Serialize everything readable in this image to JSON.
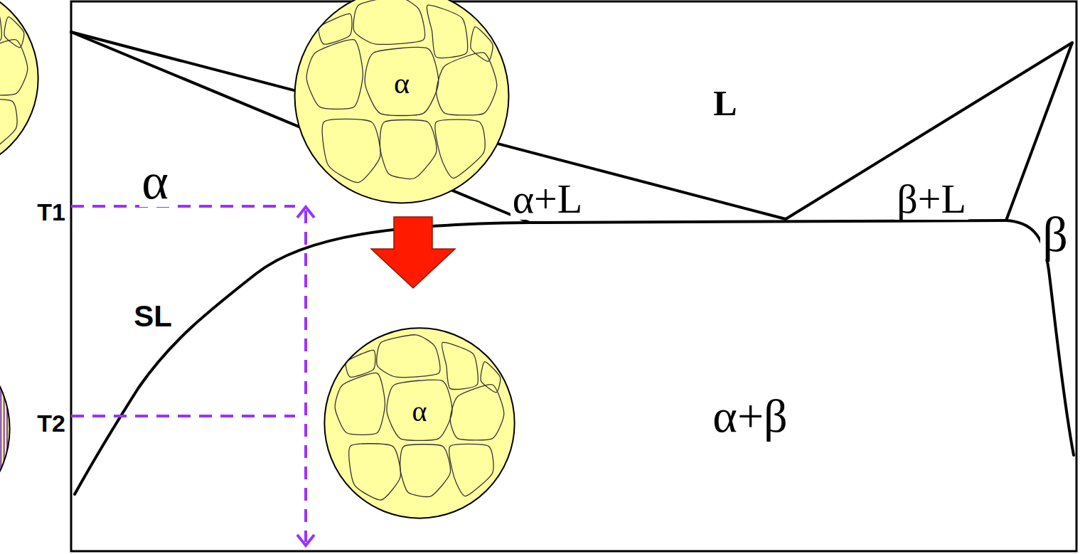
{
  "diagram": {
    "nodes": [
      {
        "text": [
          "α"
        ]
      },
      {
        "text": [
          "α"
        ]
      }
    ],
    "edges": [
      {
        "from": 0,
        "to": 1,
        "arrow": "to"
      }
    ],
    "labels": [
      "α",
      "L",
      "α+L",
      "β+L",
      "β",
      "α+β",
      "T1",
      "T2",
      "SL"
    ]
  }
}
